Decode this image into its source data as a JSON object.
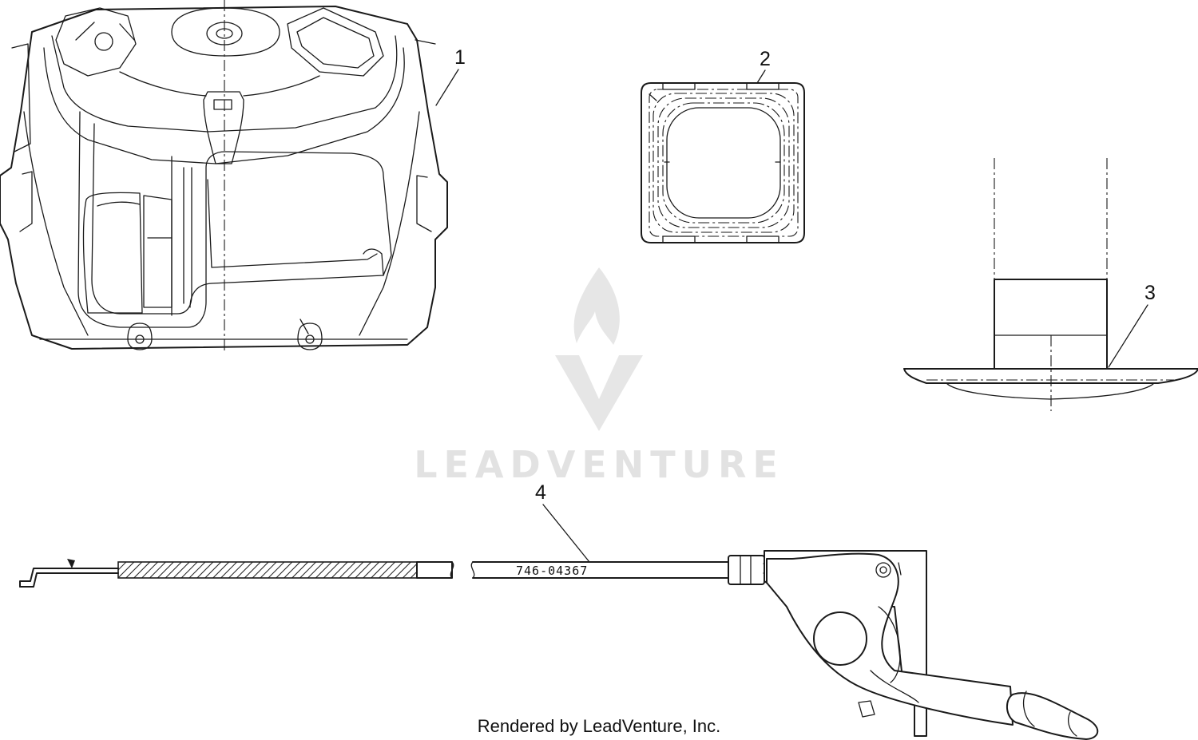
{
  "callouts": [
    {
      "id": "callout-1",
      "label": "1"
    },
    {
      "id": "callout-2",
      "label": "2"
    },
    {
      "id": "callout-3",
      "label": "3"
    },
    {
      "id": "callout-4",
      "label": "4"
    }
  ],
  "cable_part_number": "746-04367",
  "watermark": {
    "text": "LEADVENTURE"
  },
  "footer": {
    "credit": "Rendered by LeadVenture, Inc."
  },
  "colors": {
    "line": "#1a1a1a",
    "watermark": "#e2e2e2",
    "background": "#ffffff"
  }
}
